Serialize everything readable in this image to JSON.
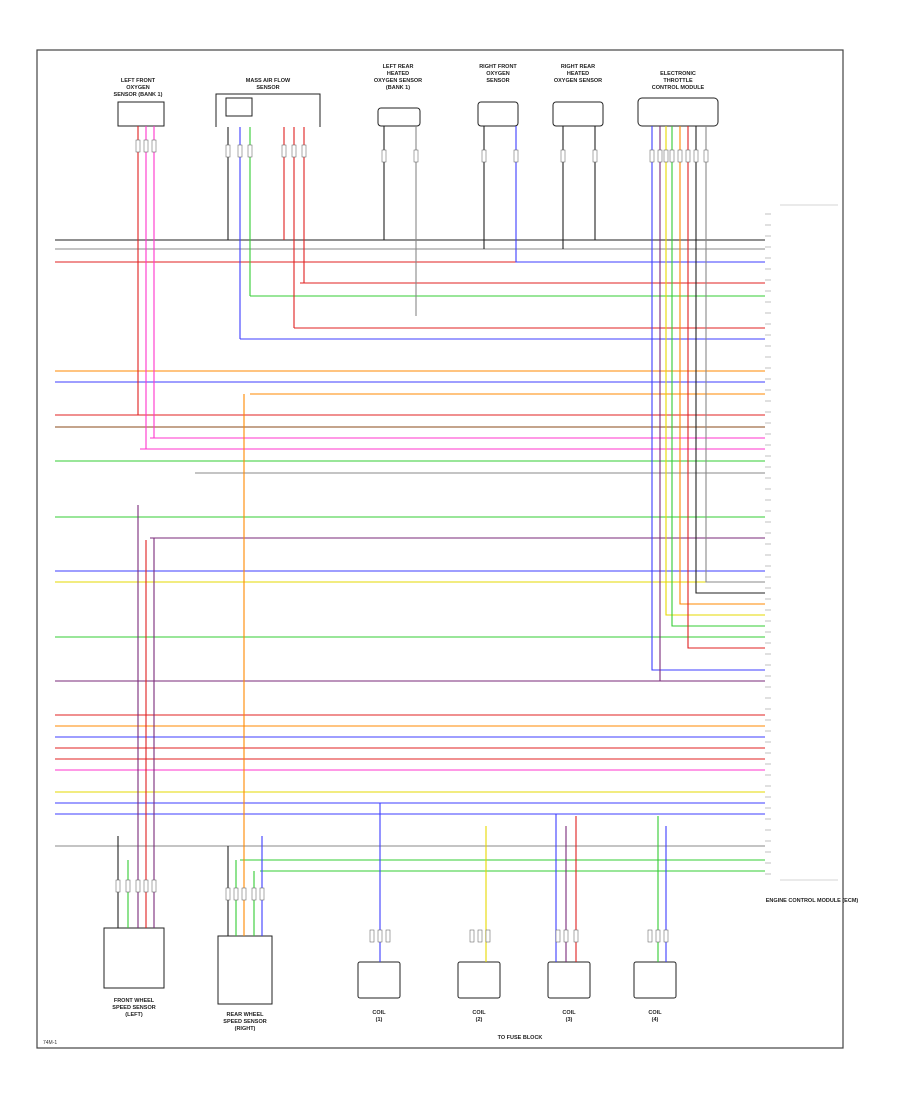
{
  "diagram": {
    "page_ref": "74M-1",
    "center_caption": "TO FUSE BLOCK",
    "module_label": "ENGINE CONTROL MODULE (ECM)",
    "components_top": [
      {
        "id": "lf_hs",
        "lines": [
          "LEFT FRONT",
          "OXYGEN",
          "SENSOR (BANK 1)"
        ]
      },
      {
        "id": "mass_air",
        "lines": [
          "MASS AIR FLOW",
          "SENSOR"
        ]
      },
      {
        "id": "lr_hs",
        "lines": [
          "LEFT REAR",
          "HEATED",
          "OXYGEN SENSOR",
          "(BANK 1)"
        ]
      },
      {
        "id": "rf_hs",
        "lines": [
          "RIGHT FRONT",
          "OXYGEN",
          "SENSOR"
        ]
      },
      {
        "id": "rr_hs",
        "lines": [
          "RIGHT REAR",
          "HEATED",
          "OXYGEN SENSOR"
        ]
      },
      {
        "id": "ecm",
        "lines": [
          "ELECTRONIC",
          "THROTTLE",
          "CONTROL MODULE"
        ]
      }
    ],
    "components_bottom": [
      {
        "id": "front_ss",
        "lines": [
          "FRONT WHEEL",
          "SPEED SENSOR",
          "(LEFT)"
        ]
      },
      {
        "id": "rear_ss",
        "lines": [
          "REAR WHEEL",
          "SPEED SENSOR",
          "(RIGHT)"
        ]
      },
      {
        "id": "coil1",
        "lines": [
          "COIL",
          "(1)"
        ]
      },
      {
        "id": "coil2",
        "lines": [
          "COIL",
          "(2)"
        ]
      },
      {
        "id": "coil3",
        "lines": [
          "COIL",
          "(3)"
        ]
      },
      {
        "id": "coil4",
        "lines": [
          "COIL",
          "(4)"
        ]
      }
    ],
    "wire_colors": {
      "black": "#222222",
      "red": "#e02020",
      "pink": "#ff33cc",
      "blue": "#3d3dff",
      "green": "#33cc33",
      "orange": "#ff8800",
      "yellow": "#e6d800",
      "brown": "#8a4a1a",
      "purple": "#7a2a7a",
      "gray": "#888888"
    }
  }
}
